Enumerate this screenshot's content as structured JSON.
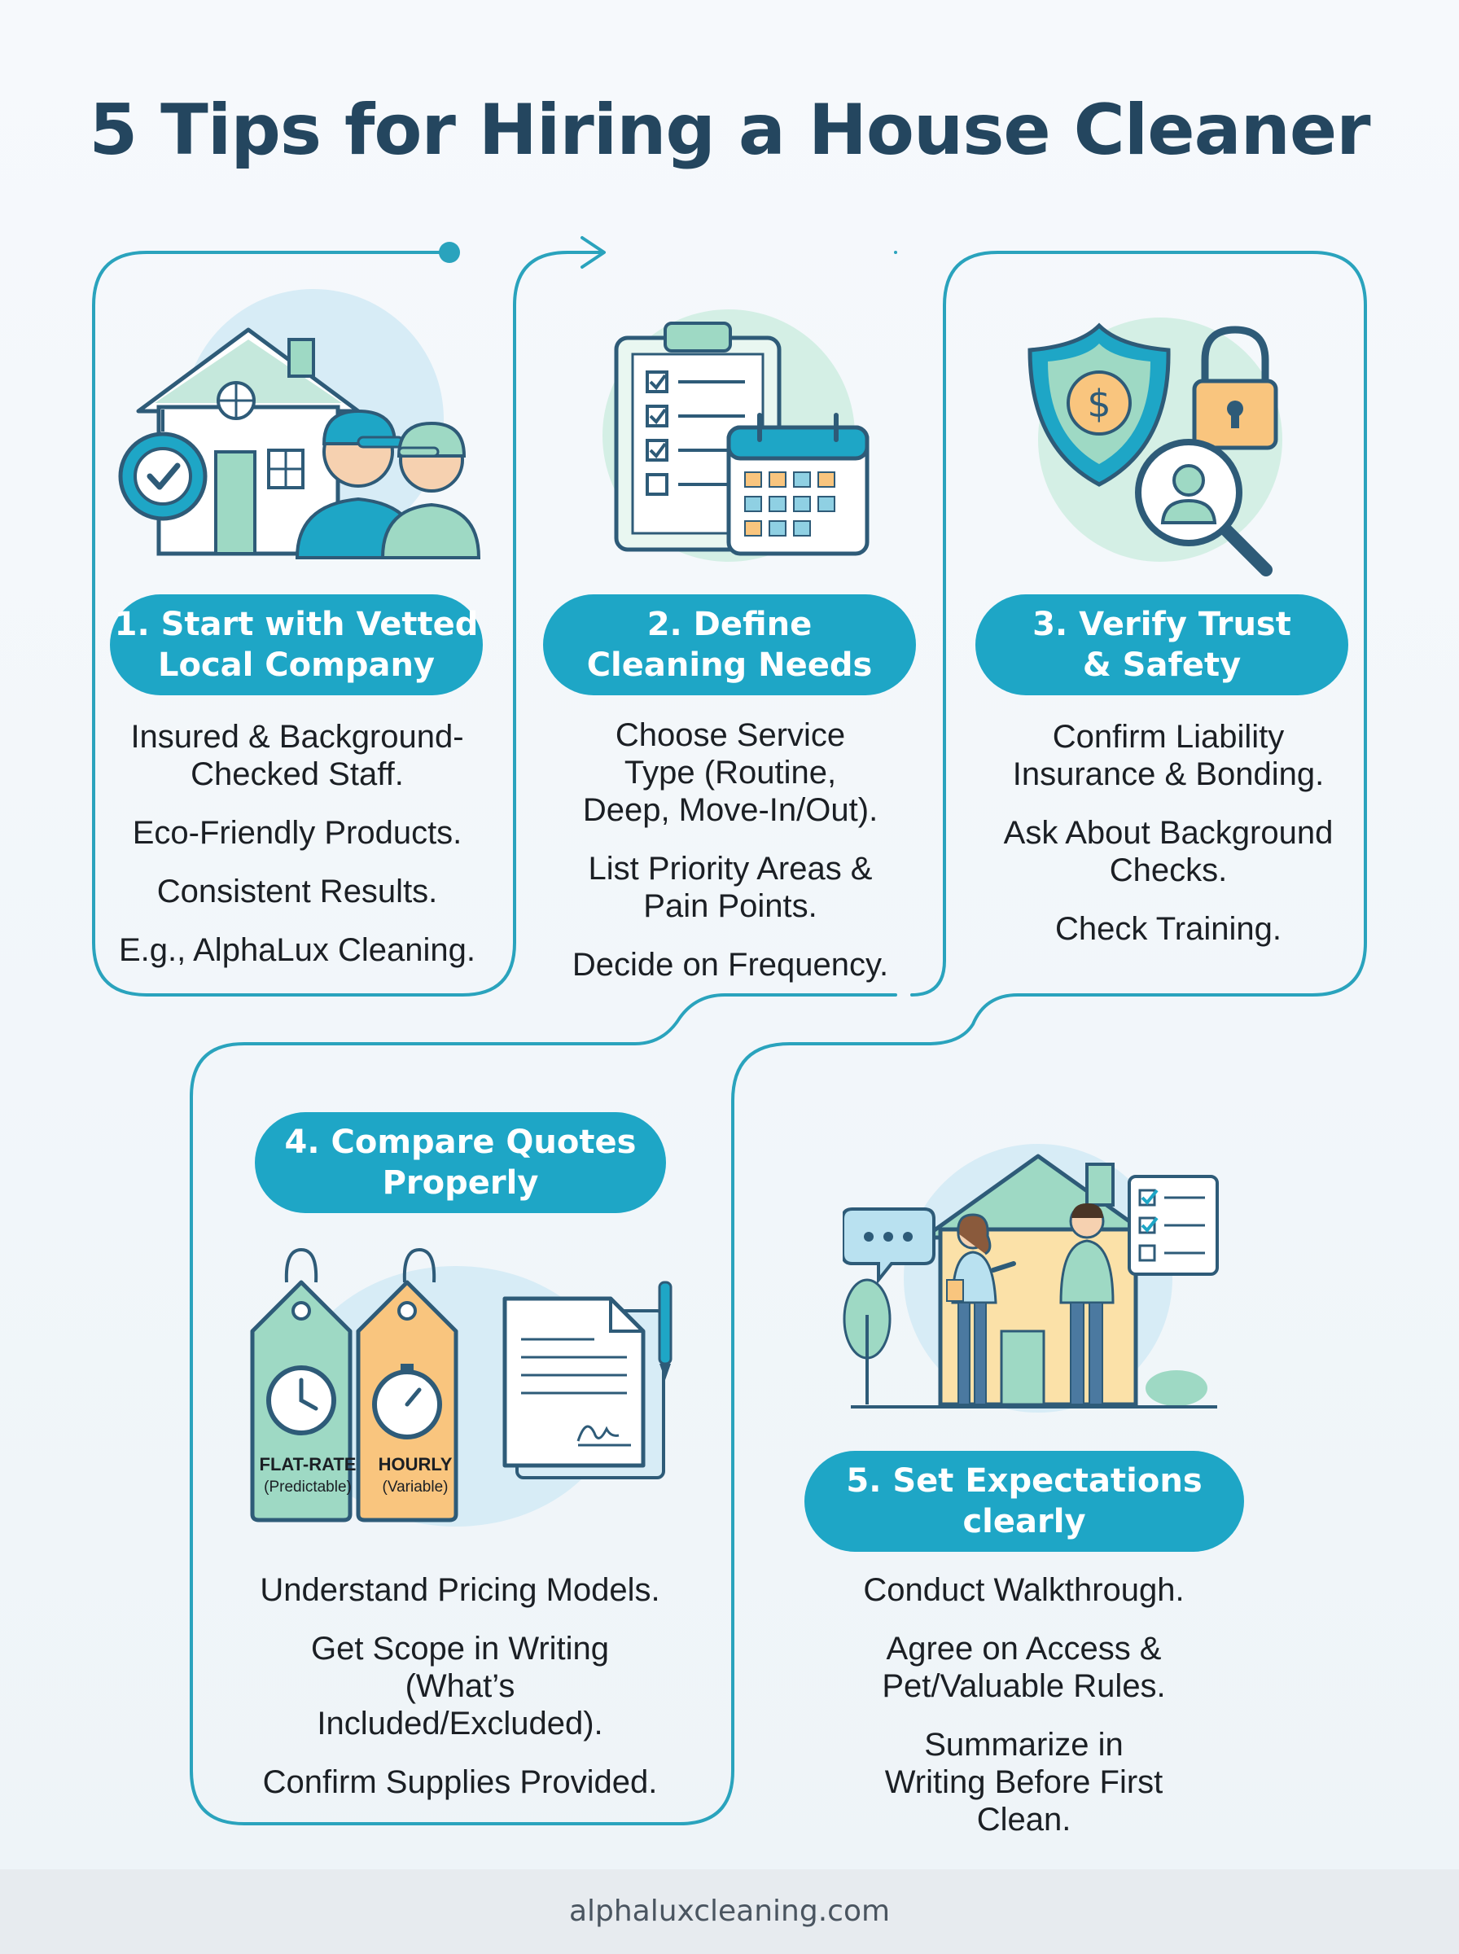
{
  "title": "5 Tips for Hiring a House Cleaner",
  "colors": {
    "accent": "#1ea6c6",
    "title": "#24465f",
    "line": "#2aa3bd",
    "green": "#9ed9c4",
    "orange": "#f9c57e"
  },
  "tips": [
    {
      "heading": [
        "1. Start with Vetted",
        "Local Company"
      ],
      "items": [
        "Insured & Background-Checked Staff.",
        "Eco-Friendly Products.",
        "Consistent Results.",
        "E.g., AlphaLux Cleaning."
      ],
      "icons": [
        "house-icon",
        "verified-badge-icon",
        "cleaner-staff-icon"
      ]
    },
    {
      "heading": [
        "2. Define",
        "Cleaning Needs"
      ],
      "items": [
        "Choose Service Type (Routine, Deep, Move-In/Out).",
        "List Priority Areas & Pain Points.",
        "Decide on Frequency."
      ],
      "icons": [
        "clipboard-checklist-icon",
        "calendar-icon"
      ]
    },
    {
      "heading": [
        "3. Verify Trust",
        "& Safety"
      ],
      "items": [
        "Confirm Liability Insurance & Bonding.",
        "Ask About Background Checks.",
        "Check Training."
      ],
      "icons": [
        "shield-dollar-icon",
        "padlock-icon",
        "magnifier-person-icon"
      ]
    },
    {
      "heading": [
        "4. Compare Quotes",
        "Properly"
      ],
      "items": [
        "Understand Pricing Models.",
        "Get Scope in Writing (What’s Included/Excluded).",
        "Confirm Supplies Provided."
      ],
      "icons": [
        "price-tag-icon",
        "contract-pen-icon"
      ],
      "tags": [
        {
          "label": "FLAT-RATE",
          "sub": "(Predictable)"
        },
        {
          "label": "HOURLY",
          "sub": "(Variable)"
        }
      ]
    },
    {
      "heading": [
        "5. Set Expectations",
        "clearly"
      ],
      "items": [
        "Conduct Walkthrough.",
        "Agree on Access & Pet/Valuable Rules.",
        "Summarize in Writing Before First Clean."
      ],
      "icons": [
        "house-people-icon",
        "chat-bubble-icon",
        "checklist-icon"
      ]
    }
  ],
  "footer": "alphaluxcleaning.com"
}
